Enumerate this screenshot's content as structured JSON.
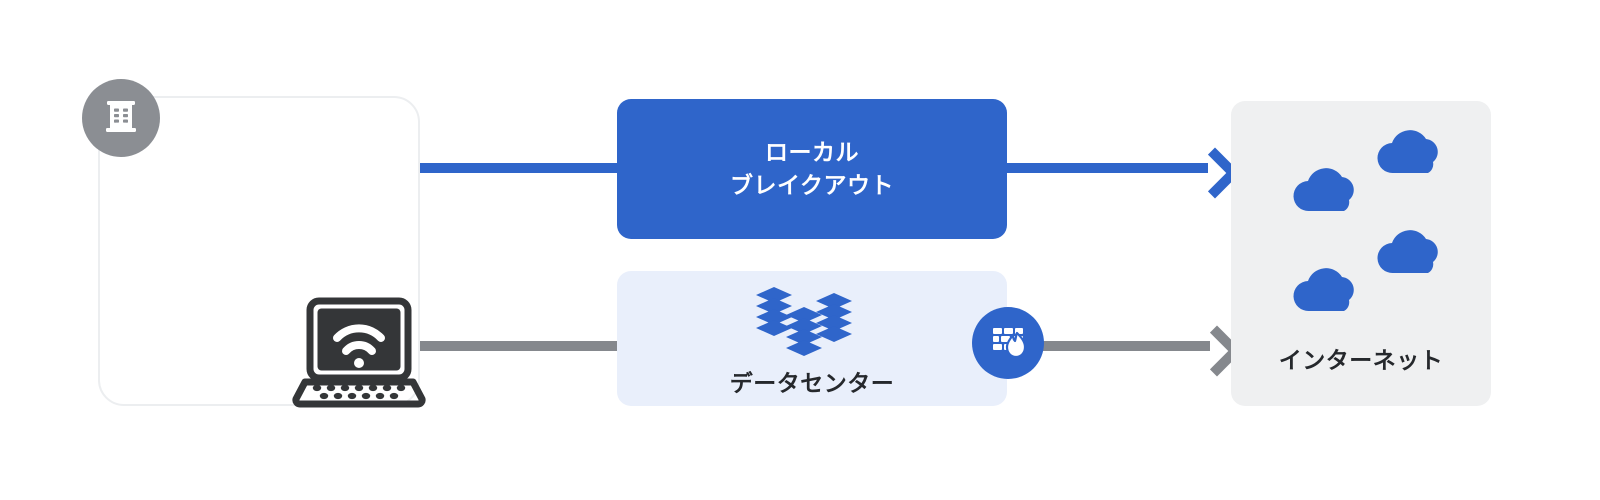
{
  "diagram": {
    "title": "Local breakout vs data center backhaul network diagram",
    "colors": {
      "accent_blue": "#2f65ca",
      "light_blue_panel": "#e9effb",
      "gray_line": "#85888d",
      "gray_panel": "#eff0f1",
      "badge_gray": "#8b8e93",
      "card_border": "#eceef0",
      "dark_text": "#25282c",
      "laptop_dark": "#343638"
    }
  },
  "office": {
    "badge_icon": "building-icon",
    "device_icon": "laptop-wifi-icon"
  },
  "breakout": {
    "label": "ローカル\nブレイクアウト"
  },
  "datacenter": {
    "label": "データセンター",
    "icon": "server-stack-icon"
  },
  "firewall": {
    "icon": "firewall-brick-flame-icon"
  },
  "internet": {
    "label": "インターネット",
    "cloud_count": 4,
    "cloud_icon": "cloud-icon"
  },
  "connectors": [
    {
      "name": "office-to-breakout",
      "color": "#2f65ca",
      "arrow": false
    },
    {
      "name": "breakout-to-internet",
      "color": "#2f65ca",
      "arrow": true
    },
    {
      "name": "office-to-datacenter",
      "color": "#85888d",
      "arrow": false
    },
    {
      "name": "firewall-to-internet",
      "color": "#85888d",
      "arrow": true
    }
  ]
}
